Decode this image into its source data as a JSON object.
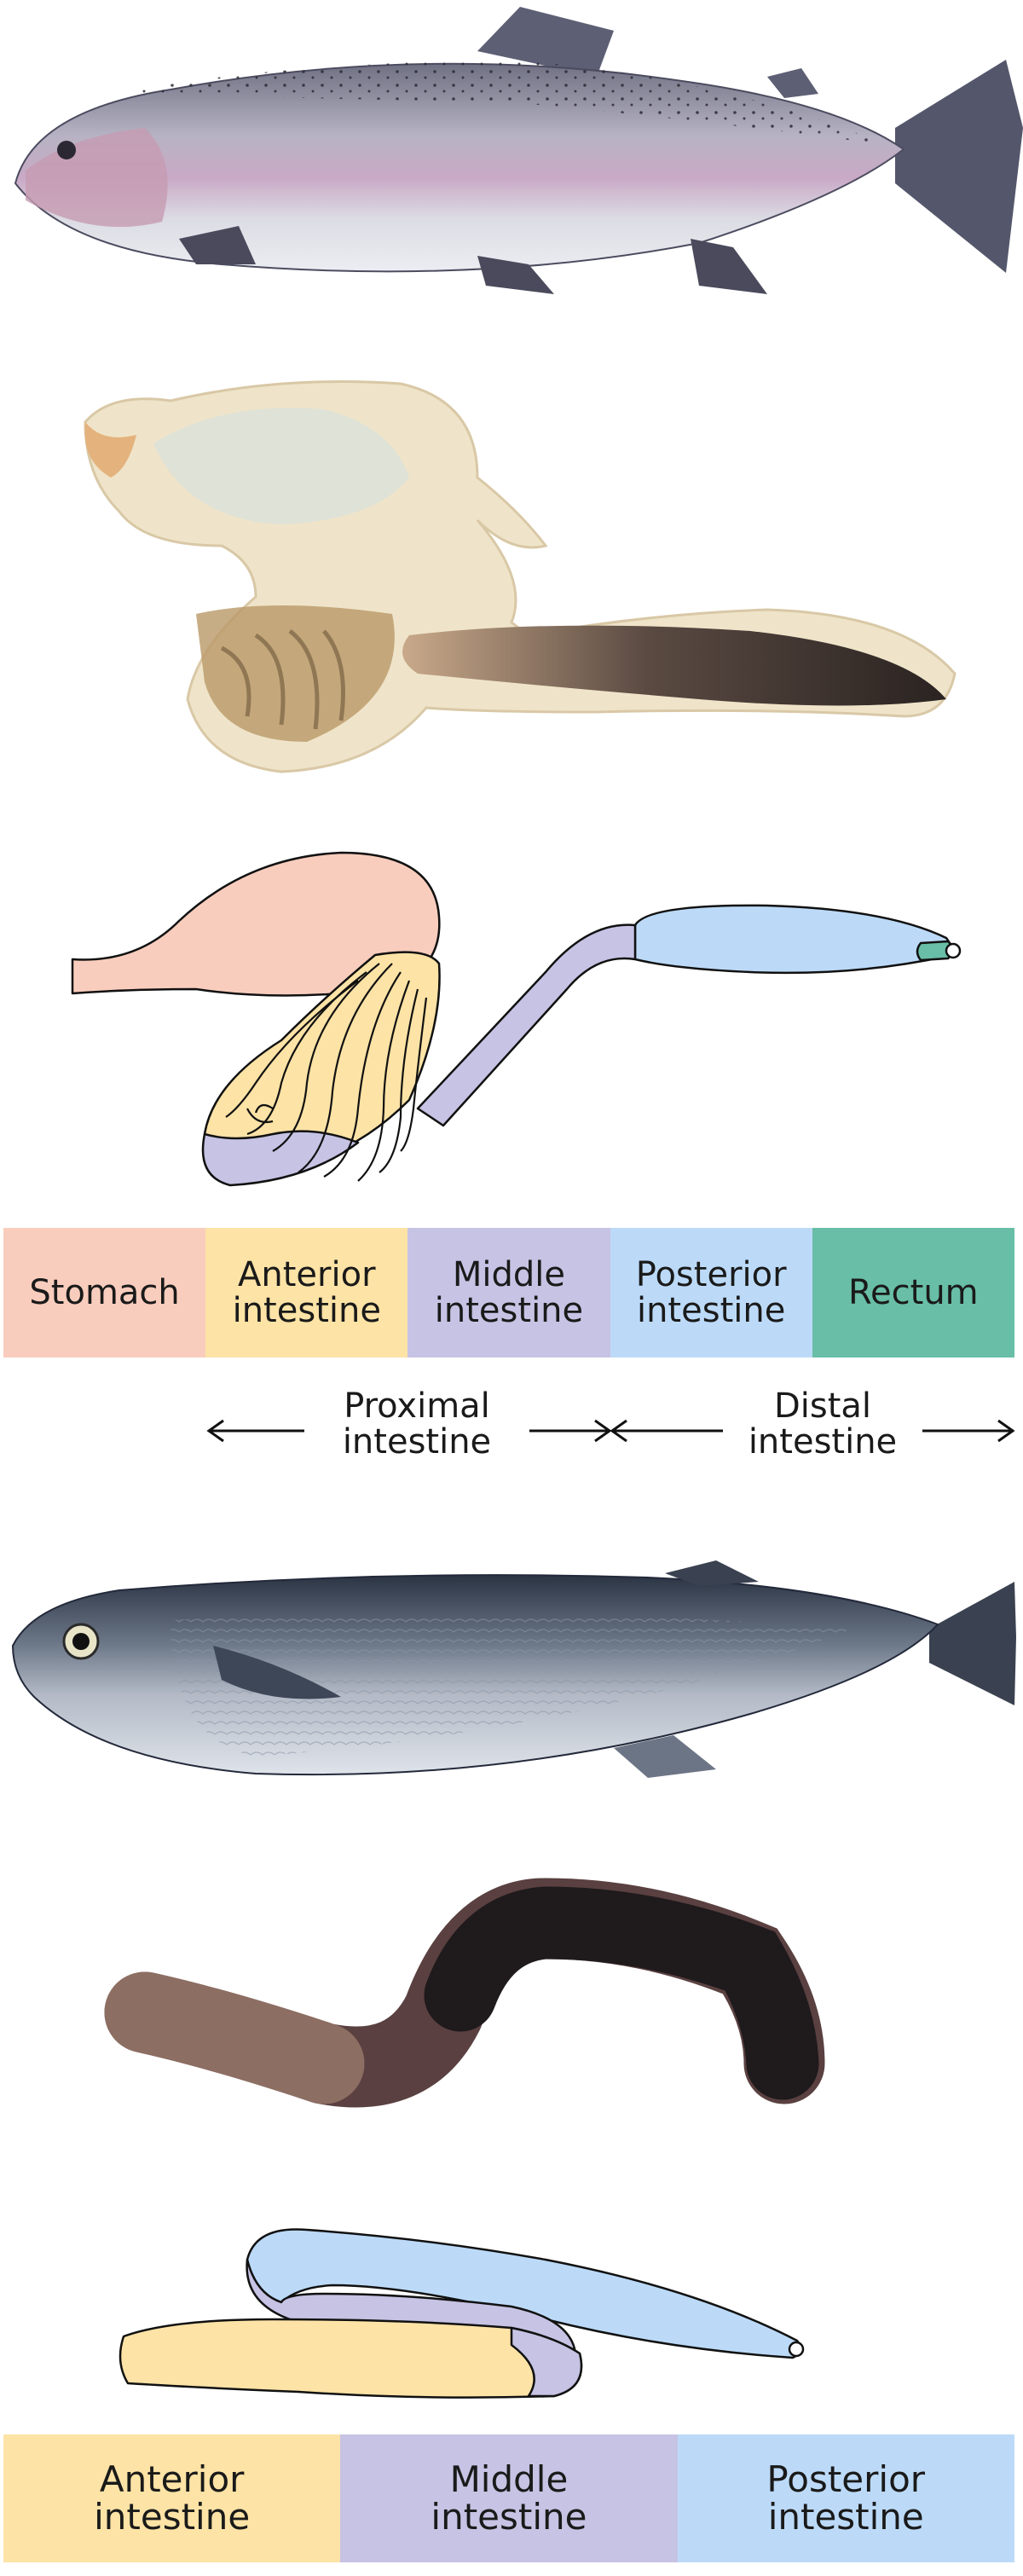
{
  "colors": {
    "stomach": "#f9cdbd",
    "anterior_intestine": "#fde3a6",
    "middle_intestine": "#c6c3e4",
    "posterior_intestine": "#bcdaf8",
    "rectum": "#68bea6"
  },
  "trout": {
    "legend": [
      {
        "label": "Stomach",
        "color": "#f9cdbd"
      },
      {
        "label": "Anterior\nintestine",
        "color": "#fde3a6"
      },
      {
        "label": "Middle\nintestine",
        "color": "#c6c3e4"
      },
      {
        "label": "Posterior\nintestine",
        "color": "#bcdaf8"
      },
      {
        "label": "Rectum",
        "color": "#68bea6"
      }
    ],
    "proximal_label": "Proximal\nintestine",
    "distal_label": "Distal\nintestine"
  },
  "smelt": {
    "legend": [
      {
        "label": "Anterior\nintestine",
        "color": "#fde3a6"
      },
      {
        "label": "Middle\nintestine",
        "color": "#c6c3e4"
      },
      {
        "label": "Posterior\nintestine",
        "color": "#bcdaf8"
      }
    ]
  }
}
